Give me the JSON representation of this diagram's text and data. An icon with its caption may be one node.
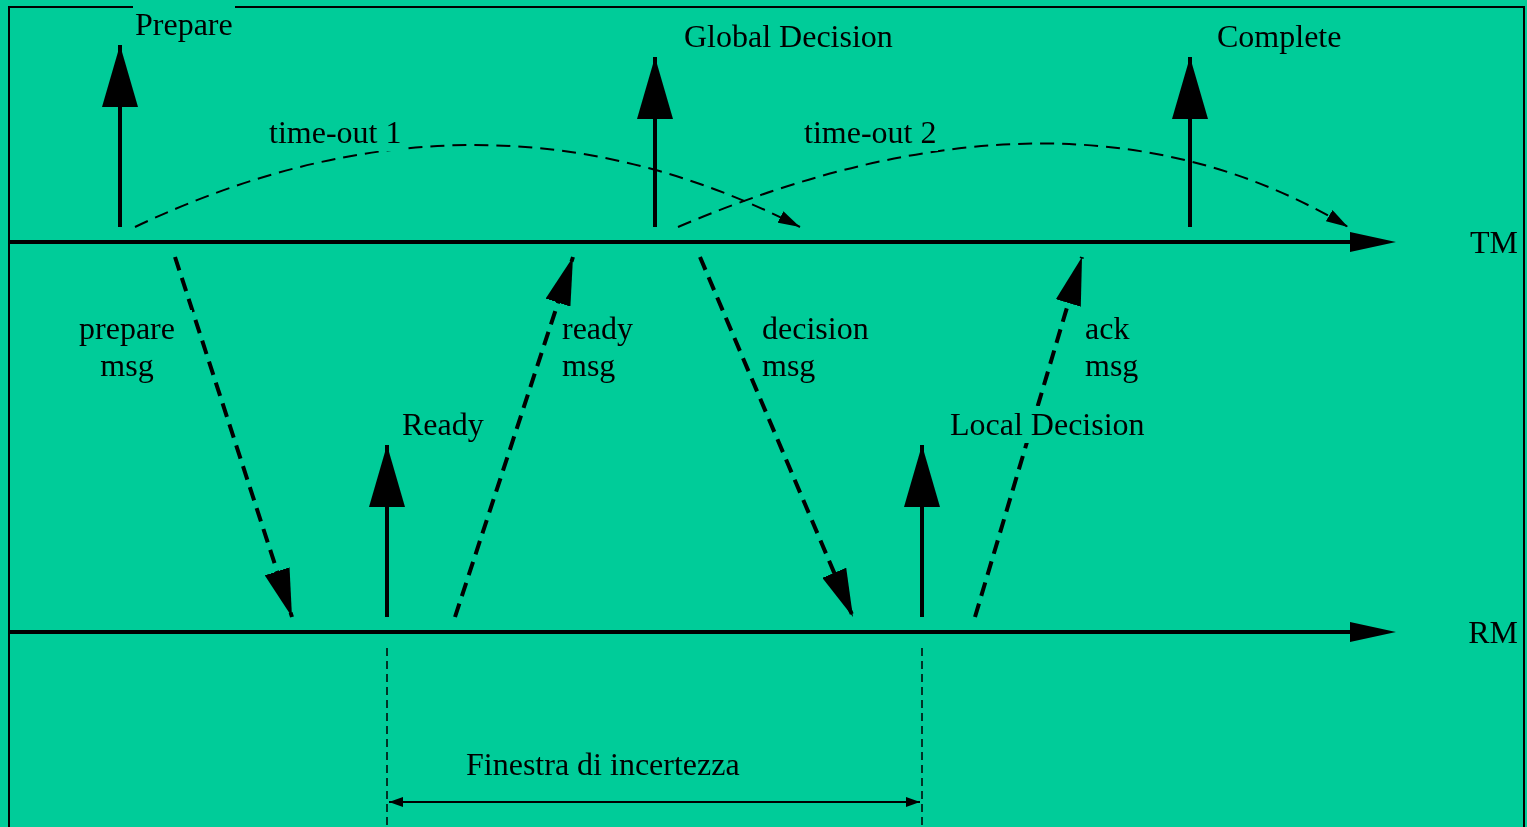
{
  "diagram": {
    "nodes": [
      {
        "text": [
          "TM"
        ]
      },
      {
        "text": [
          "RM"
        ]
      }
    ],
    "edges": [
      {
        "from": 0,
        "to": null,
        "arrow": "to",
        "label": "Prepare"
      },
      {
        "from": 0,
        "to": 0,
        "arrow": "to",
        "label": "time-out 1",
        "style": "dashed"
      },
      {
        "from": 0,
        "to": 1,
        "arrow": "to",
        "label": "prepare msg",
        "style": "dashed"
      },
      {
        "from": 1,
        "to": 0,
        "arrow": "to",
        "label": "ready msg",
        "style": "dashed"
      },
      {
        "from": 0,
        "to": null,
        "arrow": "to",
        "label": "Global Decision"
      },
      {
        "from": 0,
        "to": 0,
        "arrow": "to",
        "label": "time-out 2",
        "style": "dashed"
      },
      {
        "from": 0,
        "to": 1,
        "arrow": "to",
        "label": "decision msg",
        "style": "dashed"
      },
      {
        "from": 0,
        "to": null,
        "arrow": "to",
        "label": "Complete"
      },
      {
        "from": 1,
        "to": 0,
        "arrow": "to",
        "label": "ack msg",
        "style": "dashed"
      },
      {
        "from": 1,
        "to": null,
        "arrow": "to",
        "label": "Ready"
      },
      {
        "from": 1,
        "to": null,
        "arrow": "to",
        "label": "Local Decision"
      }
    ],
    "labels": [
      "Finestra di incertezza"
    ]
  }
}
